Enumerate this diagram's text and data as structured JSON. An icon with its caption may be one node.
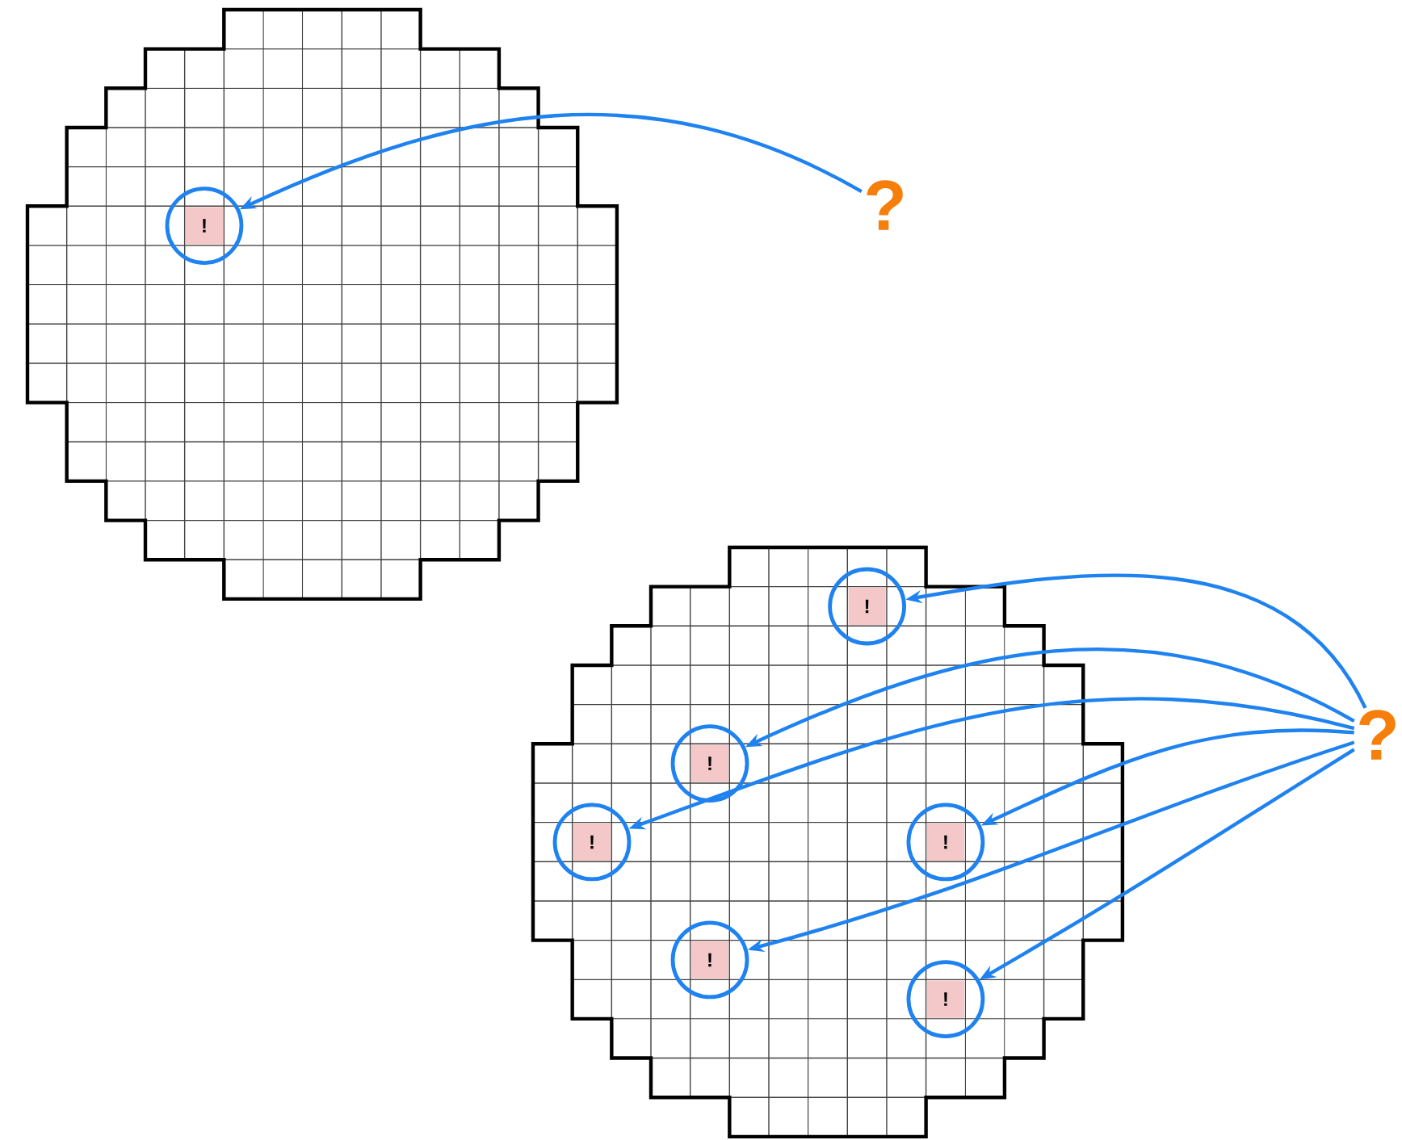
{
  "diagram": {
    "nodes": [
      {
        "text": [
          "!"
        ]
      },
      {
        "text": [
          "?"
        ]
      },
      {
        "text": [
          "!"
        ]
      },
      {
        "text": [
          "!"
        ]
      },
      {
        "text": [
          "!"
        ]
      },
      {
        "text": [
          "!"
        ]
      },
      {
        "text": [
          "!"
        ]
      },
      {
        "text": [
          "!"
        ]
      },
      {
        "text": [
          "?"
        ]
      }
    ],
    "edges": [
      {
        "from": 1,
        "to": 0,
        "arrow": "to"
      },
      {
        "from": 8,
        "to": 2,
        "arrow": "to"
      },
      {
        "from": 8,
        "to": 3,
        "arrow": "to"
      },
      {
        "from": 8,
        "to": 4,
        "arrow": "to"
      },
      {
        "from": 8,
        "to": 5,
        "arrow": "to"
      },
      {
        "from": 8,
        "to": 6,
        "arrow": "to"
      },
      {
        "from": 8,
        "to": 7,
        "arrow": "to"
      }
    ]
  }
}
